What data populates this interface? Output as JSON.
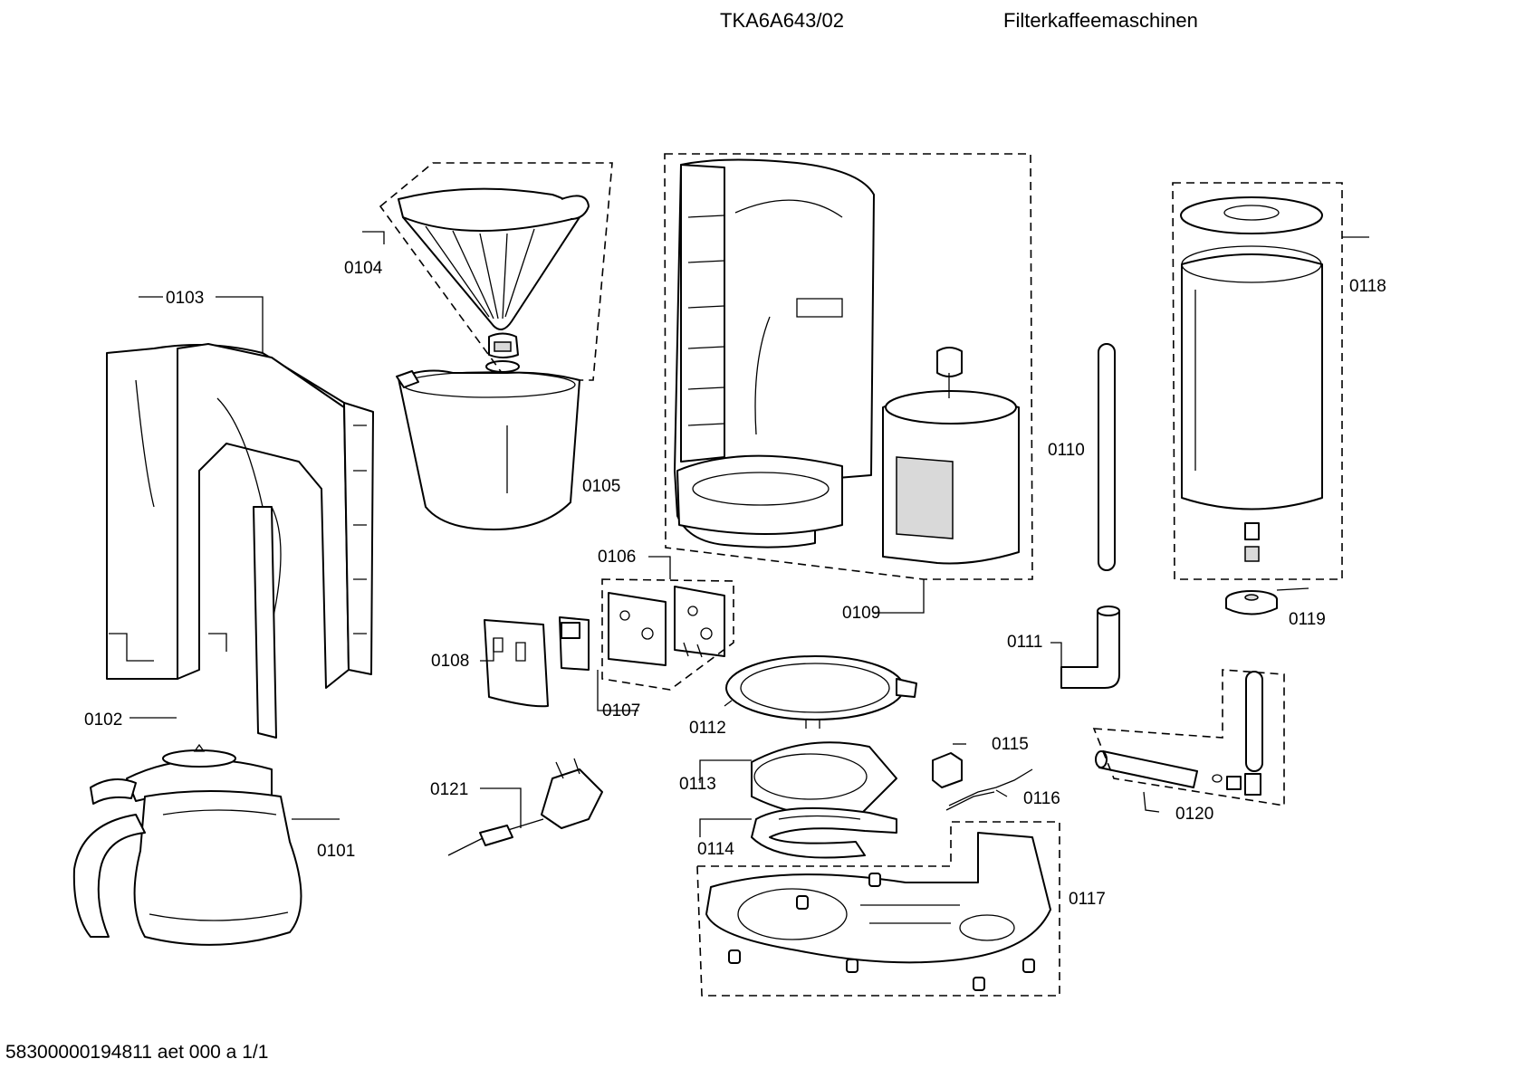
{
  "header": {
    "model": "TKA6A643/02",
    "category": "Filterkaffeemaschinen"
  },
  "footer": {
    "doc_id": "58300000194811 aet 000 a 1/1"
  },
  "parts": {
    "p0101": "0101",
    "p0102": "0102",
    "p0103": "0103",
    "p0104": "0104",
    "p0105": "0105",
    "p0106": "0106",
    "p0107": "0107",
    "p0108": "0108",
    "p0109": "0109",
    "p0110": "0110",
    "p0111": "0111",
    "p0112": "0112",
    "p0113": "0113",
    "p0114": "0114",
    "p0115": "0115",
    "p0116": "0116",
    "p0117": "0117",
    "p0118": "0118",
    "p0119": "0119",
    "p0120": "0120",
    "p0121": "0121"
  }
}
